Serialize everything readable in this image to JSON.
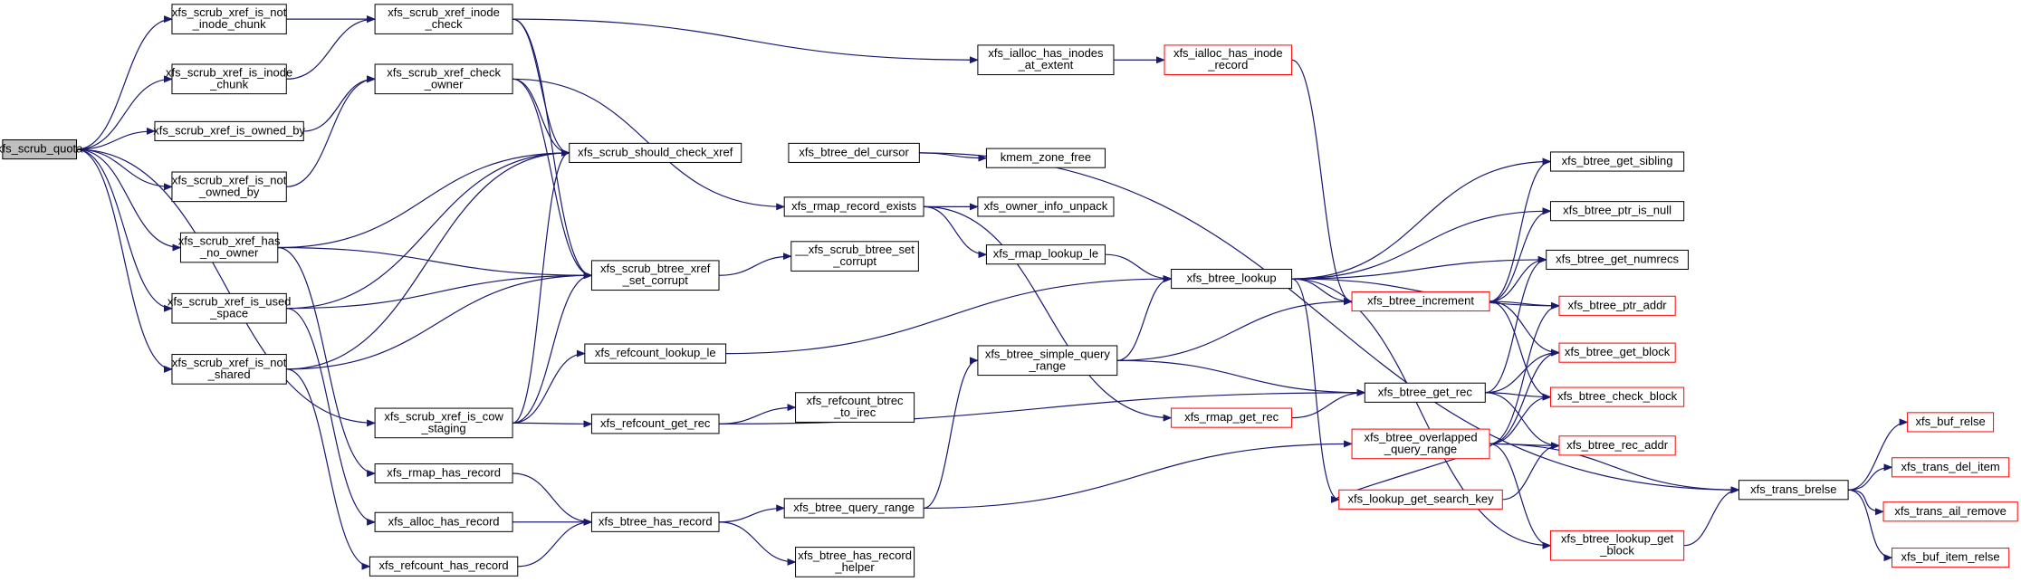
{
  "colors": {
    "edge": "#191970",
    "node_border_default": "#000000",
    "node_border_truncated": "#ff0000",
    "node_fill_root": "#bfbfbf",
    "node_fill": "#ffffff"
  },
  "nodes": [
    {
      "id": "quota",
      "lines": [
        "xfs_scrub_quota"
      ],
      "kind": "root"
    },
    {
      "id": "is_not_inode_chunk",
      "lines": [
        "xfs_scrub_xref_is_not",
        "_inode_chunk"
      ],
      "kind": "normal"
    },
    {
      "id": "is_inode_chunk",
      "lines": [
        "xfs_scrub_xref_is_inode",
        "_chunk"
      ],
      "kind": "normal"
    },
    {
      "id": "is_owned_by",
      "lines": [
        "xfs_scrub_xref_is_owned_by"
      ],
      "kind": "normal"
    },
    {
      "id": "is_not_owned_by",
      "lines": [
        "xfs_scrub_xref_is_not",
        "_owned_by"
      ],
      "kind": "normal"
    },
    {
      "id": "has_no_owner",
      "lines": [
        "xfs_scrub_xref_has",
        "_no_owner"
      ],
      "kind": "normal"
    },
    {
      "id": "is_used_space",
      "lines": [
        "xfs_scrub_xref_is_used",
        "_space"
      ],
      "kind": "normal"
    },
    {
      "id": "is_not_shared",
      "lines": [
        "xfs_scrub_xref_is_not",
        "_shared"
      ],
      "kind": "normal"
    },
    {
      "id": "inode_check",
      "lines": [
        "xfs_scrub_xref_inode",
        "_check"
      ],
      "kind": "normal"
    },
    {
      "id": "check_owner",
      "lines": [
        "xfs_scrub_xref_check",
        "_owner"
      ],
      "kind": "normal"
    },
    {
      "id": "is_cow_staging",
      "lines": [
        "xfs_scrub_xref_is_cow",
        "_staging"
      ],
      "kind": "normal"
    },
    {
      "id": "rmap_has_record",
      "lines": [
        "xfs_rmap_has_record"
      ],
      "kind": "normal"
    },
    {
      "id": "alloc_has_record",
      "lines": [
        "xfs_alloc_has_record"
      ],
      "kind": "normal"
    },
    {
      "id": "refcount_has_record",
      "lines": [
        "xfs_refcount_has_record"
      ],
      "kind": "normal"
    },
    {
      "id": "should_check_xref",
      "lines": [
        "xfs_scrub_should_check_xref"
      ],
      "kind": "normal"
    },
    {
      "id": "btree_xref_set_corrupt",
      "lines": [
        "xfs_scrub_btree_xref",
        "_set_corrupt"
      ],
      "kind": "normal"
    },
    {
      "id": "refcount_lookup_le",
      "lines": [
        "xfs_refcount_lookup_le"
      ],
      "kind": "normal"
    },
    {
      "id": "refcount_get_rec",
      "lines": [
        "xfs_refcount_get_rec"
      ],
      "kind": "normal"
    },
    {
      "id": "btree_has_record",
      "lines": [
        "xfs_btree_has_record"
      ],
      "kind": "normal"
    },
    {
      "id": "btree_del_cursor",
      "lines": [
        "xfs_btree_del_cursor"
      ],
      "kind": "normal"
    },
    {
      "id": "rmap_record_exists",
      "lines": [
        "xfs_rmap_record_exists"
      ],
      "kind": "normal"
    },
    {
      "id": "scrub_btree_set_corrupt",
      "lines": [
        "__xfs_scrub_btree_set",
        "_corrupt"
      ],
      "kind": "normal"
    },
    {
      "id": "refcount_btrec_to_irec",
      "lines": [
        "xfs_refcount_btrec",
        "_to_irec"
      ],
      "kind": "normal"
    },
    {
      "id": "btree_query_range",
      "lines": [
        "xfs_btree_query_range"
      ],
      "kind": "normal"
    },
    {
      "id": "btree_has_record_helper",
      "lines": [
        "xfs_btree_has_record",
        "_helper"
      ],
      "kind": "normal"
    },
    {
      "id": "ialloc_has_inodes_at_extent",
      "lines": [
        "xfs_ialloc_has_inodes",
        "_at_extent"
      ],
      "kind": "normal"
    },
    {
      "id": "kmem_zone_free",
      "lines": [
        "kmem_zone_free"
      ],
      "kind": "normal"
    },
    {
      "id": "owner_info_unpack",
      "lines": [
        "xfs_owner_info_unpack"
      ],
      "kind": "normal"
    },
    {
      "id": "rmap_lookup_le",
      "lines": [
        "xfs_rmap_lookup_le"
      ],
      "kind": "normal"
    },
    {
      "id": "btree_simple_query_range",
      "lines": [
        "xfs_btree_simple_query",
        "_range"
      ],
      "kind": "normal"
    },
    {
      "id": "rmap_get_rec",
      "lines": [
        "xfs_rmap_get_rec"
      ],
      "kind": "truncated"
    },
    {
      "id": "ialloc_has_inode_record",
      "lines": [
        "xfs_ialloc_has_inode",
        "_record"
      ],
      "kind": "truncated"
    },
    {
      "id": "btree_lookup",
      "lines": [
        "xfs_btree_lookup"
      ],
      "kind": "normal"
    },
    {
      "id": "btree_get_rec",
      "lines": [
        "xfs_btree_get_rec"
      ],
      "kind": "normal"
    },
    {
      "id": "btree_increment",
      "lines": [
        "xfs_btree_increment"
      ],
      "kind": "truncated"
    },
    {
      "id": "btree_overlapped_query_range",
      "lines": [
        "xfs_btree_overlapped",
        "_query_range"
      ],
      "kind": "truncated"
    },
    {
      "id": "lookup_get_search_key",
      "lines": [
        "xfs_lookup_get_search_key"
      ],
      "kind": "truncated"
    },
    {
      "id": "btree_lookup_get_block",
      "lines": [
        "xfs_btree_lookup_get",
        "_block"
      ],
      "kind": "truncated"
    },
    {
      "id": "btree_get_sibling",
      "lines": [
        "xfs_btree_get_sibling"
      ],
      "kind": "normal"
    },
    {
      "id": "btree_ptr_is_null",
      "lines": [
        "xfs_btree_ptr_is_null"
      ],
      "kind": "normal"
    },
    {
      "id": "btree_get_numrecs",
      "lines": [
        "xfs_btree_get_numrecs"
      ],
      "kind": "normal"
    },
    {
      "id": "btree_ptr_addr",
      "lines": [
        "xfs_btree_ptr_addr"
      ],
      "kind": "truncated"
    },
    {
      "id": "btree_get_block",
      "lines": [
        "xfs_btree_get_block"
      ],
      "kind": "truncated"
    },
    {
      "id": "btree_check_block",
      "lines": [
        "xfs_btree_check_block"
      ],
      "kind": "truncated"
    },
    {
      "id": "btree_rec_addr",
      "lines": [
        "xfs_btree_rec_addr"
      ],
      "kind": "truncated"
    },
    {
      "id": "trans_brelse",
      "lines": [
        "xfs_trans_brelse"
      ],
      "kind": "normal"
    },
    {
      "id": "buf_relse",
      "lines": [
        "xfs_buf_relse"
      ],
      "kind": "truncated"
    },
    {
      "id": "trans_del_item",
      "lines": [
        "xfs_trans_del_item"
      ],
      "kind": "truncated"
    },
    {
      "id": "trans_ail_remove",
      "lines": [
        "xfs_trans_ail_remove"
      ],
      "kind": "truncated"
    },
    {
      "id": "buf_item_relse",
      "lines": [
        "xfs_buf_item_relse"
      ],
      "kind": "truncated"
    }
  ],
  "edges": [
    [
      "quota",
      "is_not_inode_chunk"
    ],
    [
      "quota",
      "is_inode_chunk"
    ],
    [
      "quota",
      "is_owned_by"
    ],
    [
      "quota",
      "is_not_owned_by"
    ],
    [
      "quota",
      "has_no_owner"
    ],
    [
      "quota",
      "is_used_space"
    ],
    [
      "quota",
      "is_not_shared"
    ],
    [
      "quota",
      "is_cow_staging"
    ],
    [
      "is_not_inode_chunk",
      "inode_check"
    ],
    [
      "is_inode_chunk",
      "inode_check"
    ],
    [
      "is_owned_by",
      "check_owner"
    ],
    [
      "is_not_owned_by",
      "check_owner"
    ],
    [
      "has_no_owner",
      "should_check_xref"
    ],
    [
      "has_no_owner",
      "btree_xref_set_corrupt"
    ],
    [
      "has_no_owner",
      "rmap_has_record"
    ],
    [
      "is_used_space",
      "should_check_xref"
    ],
    [
      "is_used_space",
      "btree_xref_set_corrupt"
    ],
    [
      "is_used_space",
      "alloc_has_record"
    ],
    [
      "is_not_shared",
      "should_check_xref"
    ],
    [
      "is_not_shared",
      "btree_xref_set_corrupt"
    ],
    [
      "is_not_shared",
      "refcount_has_record"
    ],
    [
      "inode_check",
      "should_check_xref"
    ],
    [
      "inode_check",
      "btree_xref_set_corrupt"
    ],
    [
      "inode_check",
      "ialloc_has_inodes_at_extent"
    ],
    [
      "check_owner",
      "should_check_xref"
    ],
    [
      "check_owner",
      "btree_xref_set_corrupt"
    ],
    [
      "check_owner",
      "rmap_record_exists"
    ],
    [
      "is_cow_staging",
      "should_check_xref"
    ],
    [
      "is_cow_staging",
      "btree_xref_set_corrupt"
    ],
    [
      "is_cow_staging",
      "refcount_lookup_le"
    ],
    [
      "is_cow_staging",
      "refcount_get_rec"
    ],
    [
      "rmap_has_record",
      "btree_has_record"
    ],
    [
      "alloc_has_record",
      "btree_has_record"
    ],
    [
      "refcount_has_record",
      "btree_has_record"
    ],
    [
      "btree_xref_set_corrupt",
      "scrub_btree_set_corrupt"
    ],
    [
      "refcount_lookup_le",
      "btree_lookup"
    ],
    [
      "refcount_get_rec",
      "refcount_btrec_to_irec"
    ],
    [
      "refcount_get_rec",
      "btree_get_rec"
    ],
    [
      "btree_has_record",
      "btree_query_range"
    ],
    [
      "btree_has_record",
      "btree_has_record_helper"
    ],
    [
      "btree_query_range",
      "btree_simple_query_range"
    ],
    [
      "btree_query_range",
      "btree_overlapped_query_range"
    ],
    [
      "ialloc_has_inodes_at_extent",
      "ialloc_has_inode_record"
    ],
    [
      "ialloc_has_inode_record",
      "btree_increment"
    ],
    [
      "btree_del_cursor",
      "kmem_zone_free"
    ],
    [
      "btree_del_cursor",
      "trans_brelse"
    ],
    [
      "rmap_record_exists",
      "owner_info_unpack"
    ],
    [
      "rmap_record_exists",
      "rmap_lookup_le"
    ],
    [
      "rmap_record_exists",
      "rmap_get_rec"
    ],
    [
      "rmap_lookup_le",
      "btree_lookup"
    ],
    [
      "rmap_get_rec",
      "btree_get_rec"
    ],
    [
      "btree_simple_query_range",
      "btree_lookup"
    ],
    [
      "btree_simple_query_range",
      "btree_increment"
    ],
    [
      "btree_simple_query_range",
      "btree_get_rec"
    ],
    [
      "btree_lookup",
      "btree_get_sibling"
    ],
    [
      "btree_lookup",
      "btree_ptr_is_null"
    ],
    [
      "btree_lookup",
      "btree_get_numrecs"
    ],
    [
      "btree_lookup",
      "btree_increment"
    ],
    [
      "btree_lookup",
      "btree_ptr_addr"
    ],
    [
      "btree_lookup",
      "lookup_get_search_key"
    ],
    [
      "btree_lookup",
      "btree_lookup_get_block"
    ],
    [
      "btree_increment",
      "btree_get_sibling"
    ],
    [
      "btree_increment",
      "btree_ptr_is_null"
    ],
    [
      "btree_increment",
      "btree_get_numrecs"
    ],
    [
      "btree_increment",
      "btree_ptr_addr"
    ],
    [
      "btree_increment",
      "btree_get_block"
    ],
    [
      "btree_increment",
      "btree_check_block"
    ],
    [
      "btree_get_rec",
      "btree_get_numrecs"
    ],
    [
      "btree_get_rec",
      "btree_get_block"
    ],
    [
      "btree_get_rec",
      "btree_check_block"
    ],
    [
      "btree_get_rec",
      "btree_rec_addr"
    ],
    [
      "btree_overlapped_query_range",
      "btree_ptr_addr"
    ],
    [
      "btree_overlapped_query_range",
      "btree_get_block"
    ],
    [
      "btree_overlapped_query_range",
      "btree_check_block"
    ],
    [
      "btree_overlapped_query_range",
      "btree_rec_addr"
    ],
    [
      "btree_overlapped_query_range",
      "lookup_get_search_key"
    ],
    [
      "btree_overlapped_query_range",
      "btree_lookup_get_block"
    ],
    [
      "btree_overlapped_query_range",
      "trans_brelse"
    ],
    [
      "lookup_get_search_key",
      "btree_rec_addr"
    ],
    [
      "btree_lookup_get_block",
      "trans_brelse"
    ],
    [
      "trans_brelse",
      "buf_relse"
    ],
    [
      "trans_brelse",
      "trans_del_item"
    ],
    [
      "trans_brelse",
      "trans_ail_remove"
    ],
    [
      "trans_brelse",
      "buf_item_relse"
    ]
  ]
}
